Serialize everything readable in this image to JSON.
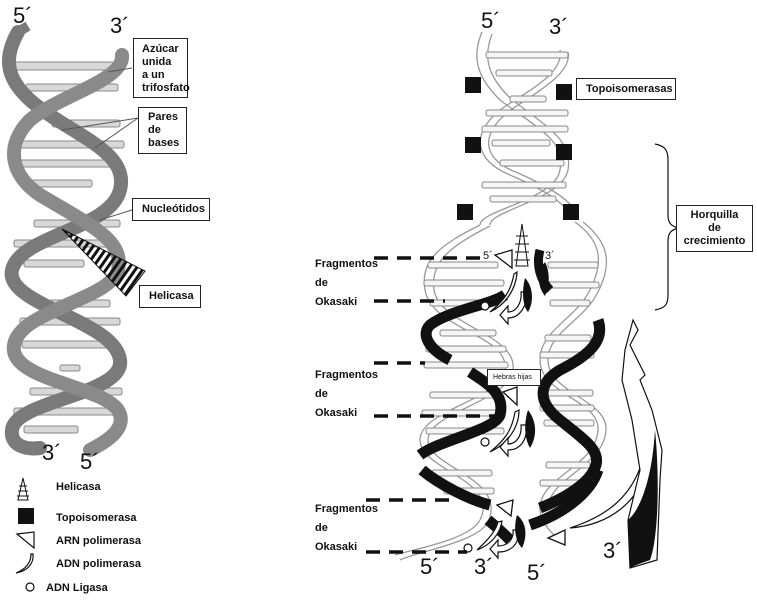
{
  "left_helix": {
    "top_5_prime": "5´",
    "top_3_prime": "3´",
    "bottom_3_prime": "3´",
    "bottom_5_prime": "5´",
    "labels": {
      "sugar_triphosphate": [
        "Azúcar",
        "unida",
        "a un",
        "trifosfato"
      ],
      "base_pairs": [
        "Pares",
        "de",
        "bases"
      ],
      "nucleotides": "Nucleótidos",
      "helicase": "Helicasa"
    },
    "strand_color": "#7a7a7a"
  },
  "legend": {
    "items": [
      {
        "icon": "helicase-icon",
        "label": "Helicasa"
      },
      {
        "icon": "topoisomerase-square-icon",
        "label": "Topoisomerasa"
      },
      {
        "icon": "rna-polymerase-triangle-icon",
        "label": "ARN polimerasa"
      },
      {
        "icon": "dna-polymerase-crescent-icon",
        "label": "ADN polimerasa"
      },
      {
        "icon": "dna-ligase-circle-icon",
        "label": "ADN Ligasa"
      }
    ]
  },
  "right_helix": {
    "top_5_prime": "5´",
    "top_3_prime": "3´",
    "fork_5_prime": "5´",
    "fork_3_prime": "3´",
    "bottom_5_prime_left": "5´",
    "bottom_3_prime_mid": "3´",
    "bottom_5_prime_right": "5´",
    "bottom_3_prime_right": "3´",
    "labels": {
      "topoisomerases": "Topoisomerasas",
      "fork": [
        "Horquilla",
        "de",
        "crecimiento"
      ],
      "daughter_strands": "Hebras hijas"
    },
    "okazaki_groups": [
      {
        "lines": [
          "Fragmentos",
          "de",
          "Okasaki"
        ]
      },
      {
        "lines": [
          "Fragmentos",
          "de",
          "Okasaki"
        ]
      },
      {
        "lines": [
          "Fragmentos",
          "de",
          "Okasaki"
        ]
      }
    ],
    "daughter_color": "#111111"
  }
}
